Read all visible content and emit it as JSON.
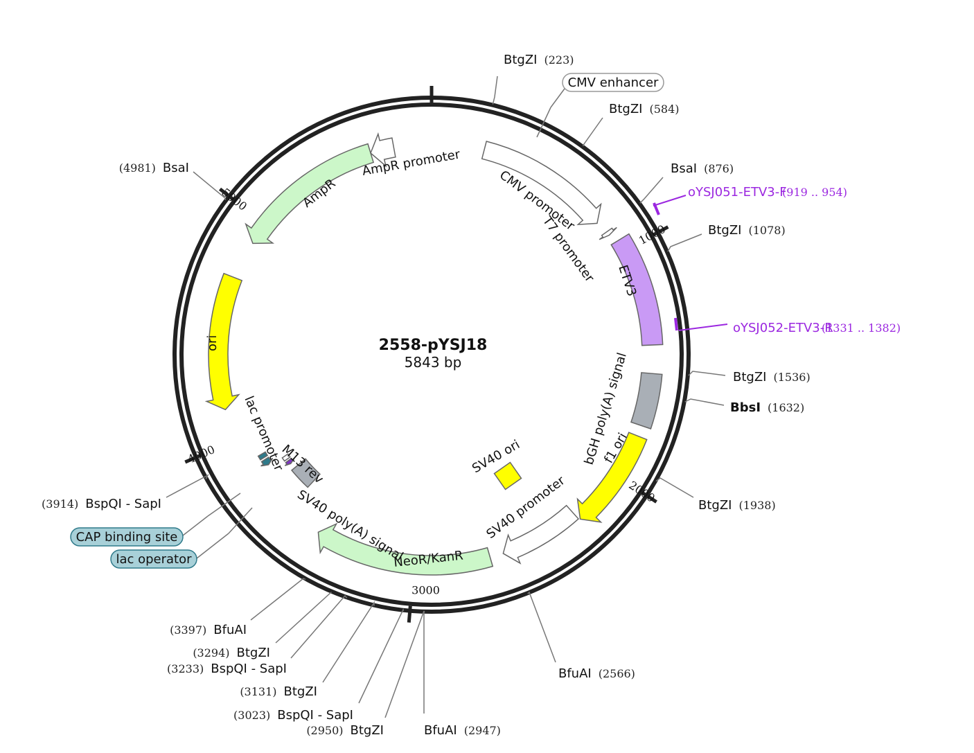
{
  "plasmid": {
    "name": "2558-pYSJ18",
    "length_label": "5843 bp",
    "length": 5843
  },
  "ticks": [
    {
      "pos": 0
    },
    {
      "pos": 1000,
      "label": "1000"
    },
    {
      "pos": 2000,
      "label": "2000"
    },
    {
      "pos": 3000,
      "label": "3000"
    },
    {
      "pos": 4000,
      "label": "4000"
    },
    {
      "pos": 5000,
      "label": "5000"
    }
  ],
  "sites": [
    {
      "name": "BtgZI",
      "pos_label": "(223)",
      "pos": 223
    },
    {
      "name": "BtgZI",
      "pos_label": "(584)",
      "pos": 584
    },
    {
      "name": "BsaI",
      "pos_label": "(876)",
      "pos": 876
    },
    {
      "name": "BtgZI",
      "pos_label": "(1078)",
      "pos": 1078
    },
    {
      "name": "BtgZI",
      "pos_label": "(1536)",
      "pos": 1536
    },
    {
      "name": "BbsI",
      "pos_label": "(1632)",
      "pos": 1632,
      "bold": true
    },
    {
      "name": "BtgZI",
      "pos_label": "(1938)",
      "pos": 1938
    },
    {
      "name": "BfuAI",
      "pos_label": "(2566)",
      "pos": 2566
    },
    {
      "name": "BfuAI",
      "pos_label": "(2947)",
      "pos": 2947
    },
    {
      "name": "BtgZI",
      "pos_label": "(2950)",
      "pos": 2950
    },
    {
      "name": "BspQI - SapI",
      "pos_label": "(3023)",
      "pos": 3023
    },
    {
      "name": "BtgZI",
      "pos_label": "(3131)",
      "pos": 3131
    },
    {
      "name": "BspQI - SapI",
      "pos_label": "(3233)",
      "pos": 3233
    },
    {
      "name": "BtgZI",
      "pos_label": "(3294)",
      "pos": 3294
    },
    {
      "name": "BfuAI",
      "pos_label": "(3397)",
      "pos": 3397
    },
    {
      "name": "BspQI - SapI",
      "pos_label": "(3914)",
      "pos": 3914
    },
    {
      "name": "BsaI",
      "pos_label": "(4981)",
      "pos": 4981
    }
  ],
  "features": [
    {
      "name": "CMV promoter",
      "start": 234,
      "end": 837,
      "direction": "forward",
      "color": "#ffffff"
    },
    {
      "name": "T7 promoter",
      "start": 892,
      "end": 910,
      "direction": "forward",
      "color": "#ffffff"
    },
    {
      "name": "ETV3",
      "start": 950,
      "end": 1420,
      "direction": "none",
      "color": "#c99af5"
    },
    {
      "name": "bGH poly(A) signal",
      "start": 1540,
      "end": 1764,
      "direction": "none",
      "color": "#a9afb6"
    },
    {
      "name": "f1 ori",
      "start": 1810,
      "end": 2238,
      "direction": "forward",
      "color": "#ffff00"
    },
    {
      "name": "SV40 promoter",
      "start": 2243,
      "end": 2600,
      "direction": "forward",
      "color": "#ffffff"
    },
    {
      "name": "SV40 ori",
      "start": 2425,
      "end": 2560,
      "direction": "none",
      "color": "#ffff00"
    },
    {
      "name": "NeoR/KanR",
      "start": 2660,
      "end": 3450,
      "direction": "forward",
      "color": "#ccf7c9"
    },
    {
      "name": "SV40 poly(A) signal",
      "start": 3620,
      "end": 3740,
      "direction": "none",
      "color": "#a9afb6"
    },
    {
      "name": "M13 rev",
      "start": 3770,
      "end": 3790,
      "direction": "reverse",
      "color": "#7d35c2"
    },
    {
      "name": "lac operator",
      "start": 3800,
      "end": 3820,
      "direction": "none",
      "color": "#ffffff"
    },
    {
      "name": "lac promoter",
      "start": 3830,
      "end": 3860,
      "direction": "reverse",
      "color": "#2f7a8a"
    },
    {
      "name": "CAP binding site",
      "start": 3870,
      "end": 3890,
      "direction": "none",
      "color": "#2f7a8a"
    },
    {
      "name": "ori",
      "start": 4140,
      "end": 4729,
      "direction": "reverse",
      "color": "#ffff00"
    },
    {
      "name": "AmpR",
      "start": 4900,
      "end": 5570,
      "direction": "reverse",
      "color": "#ccf7c9"
    },
    {
      "name": "AmpR promoter",
      "start": 5570,
      "end": 5675,
      "direction": "reverse",
      "color": "#ffffff"
    }
  ],
  "primers": [
    {
      "name": "oYSJ051-ETV3-F",
      "range_label": "(919 .. 954)",
      "start": 919,
      "end": 954,
      "color": "#9b27e0"
    },
    {
      "name": "oYSJ052-ETV3-R",
      "range_label": "(1331 .. 1382)",
      "start": 1331,
      "end": 1382,
      "color": "#9b27e0"
    }
  ],
  "callouts": [
    {
      "name": "CMV enhancer",
      "style": "outline"
    },
    {
      "name": "CAP binding site",
      "style": "filled",
      "color": "#a8d0d8"
    },
    {
      "name": "lac operator",
      "style": "filled",
      "color": "#a8d0d8"
    }
  ],
  "colors": {
    "backbone": "#222222",
    "leader_line": "#777777",
    "primer": "#9b27e0",
    "feature_stroke": "#666666"
  }
}
